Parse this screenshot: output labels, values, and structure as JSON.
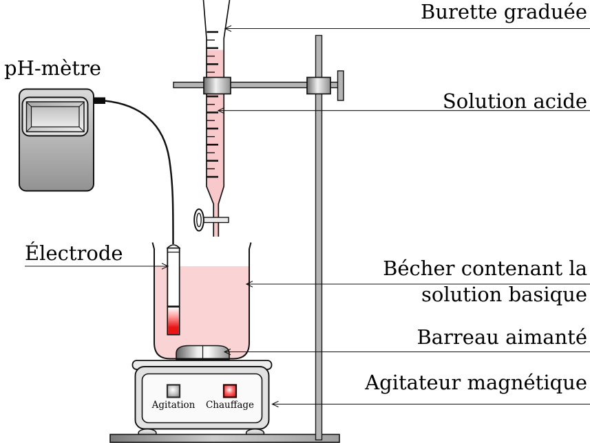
{
  "labels": {
    "burette": "Burette graduée",
    "solution_acide": "Solution acide",
    "ph_metre": "pH-mètre",
    "electrode": "Électrode",
    "becher_l1": "Bécher contenant la",
    "becher_l2": "solution basique",
    "barreau": "Barreau aimanté",
    "agitateur": "Agitateur magnétique"
  },
  "stirrer_controls": {
    "agitation": "Agitation",
    "chauffage": "Chauffage"
  },
  "colors": {
    "acid_solution_pink": "#f8c8ca",
    "basic_solution_pink": "#fad3d4",
    "electrode_red": "#e81515",
    "heat_button_red": "#e30e0e",
    "metal_gray": "#b5b5b5",
    "outline": "#111111"
  }
}
